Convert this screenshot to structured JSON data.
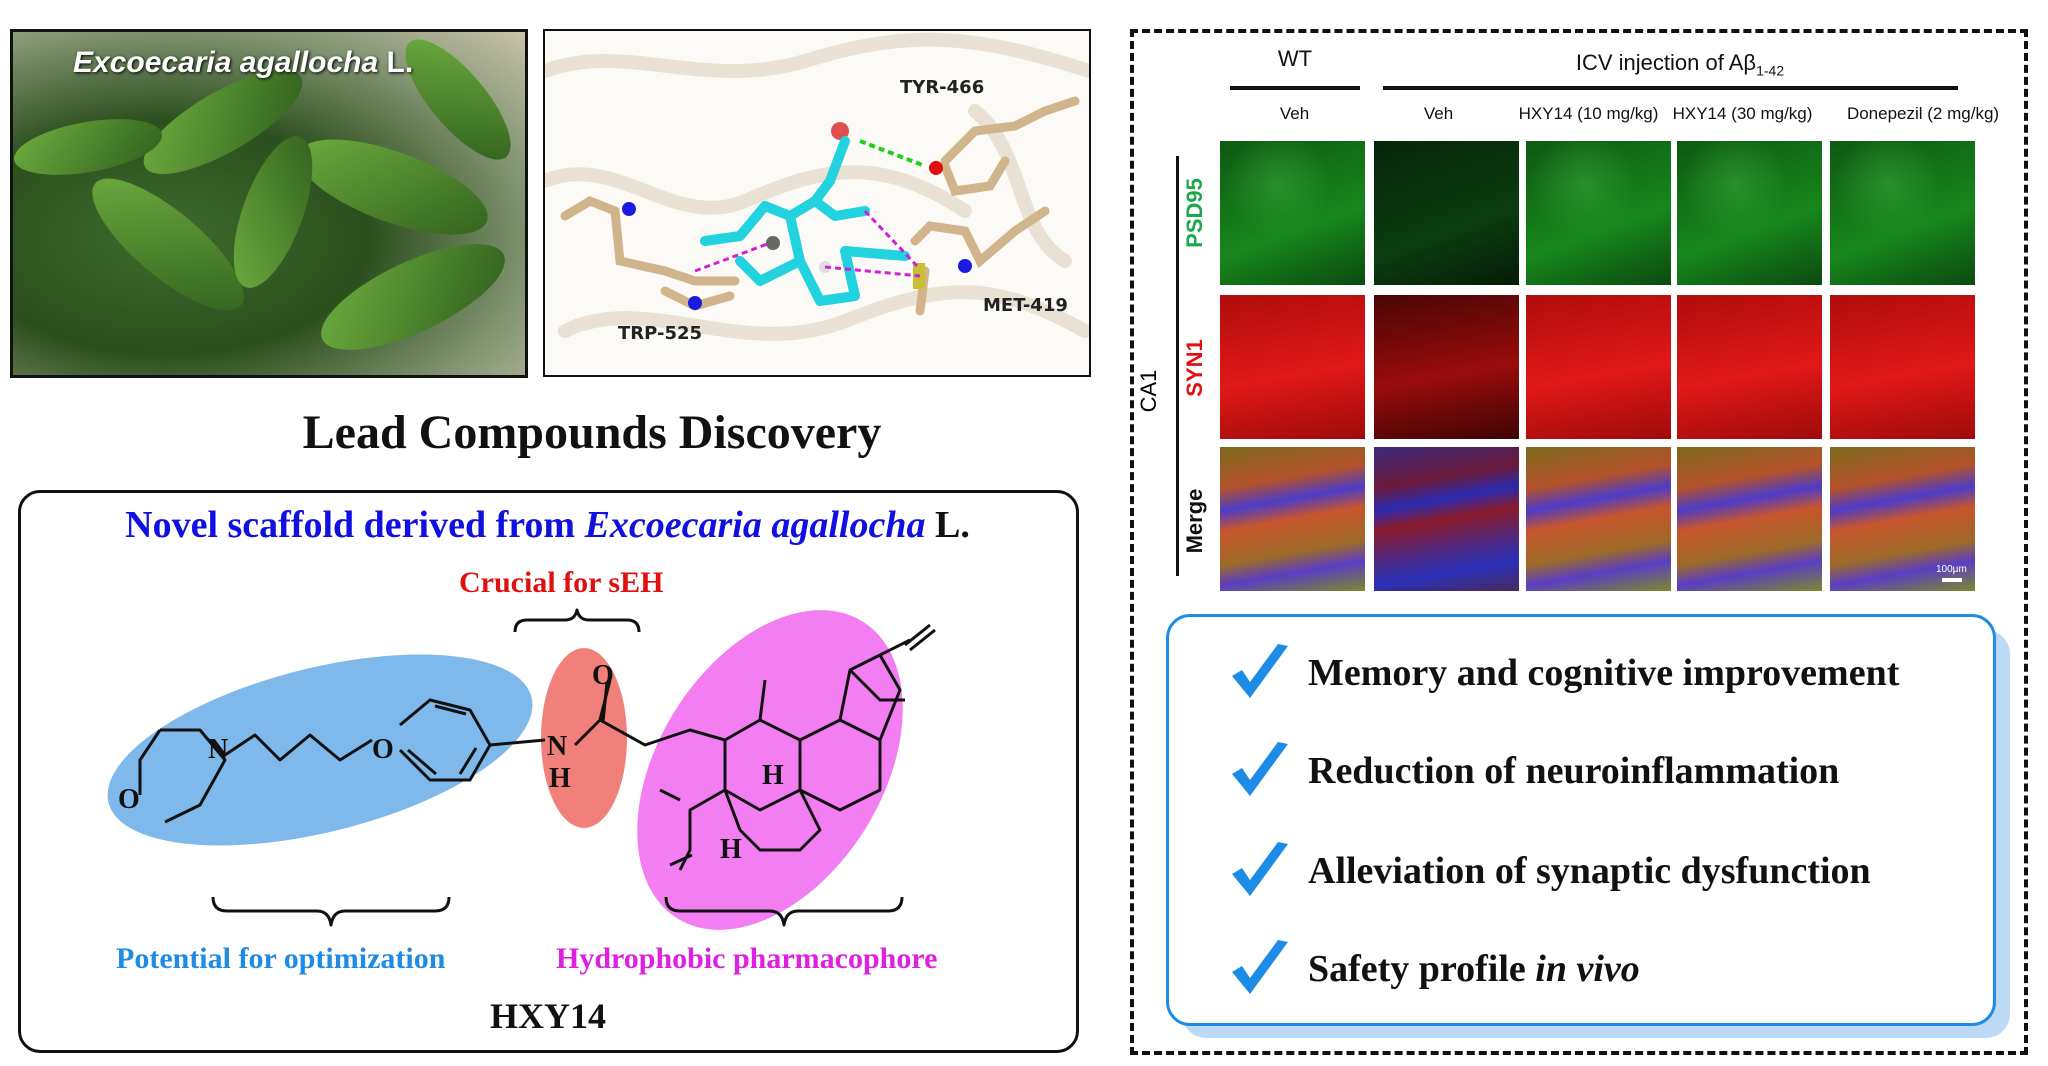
{
  "photo": {
    "caption_genus": "Excoecaria agallocha",
    "caption_author": " L."
  },
  "docking": {
    "residues": [
      "TYR-466",
      "MET-419",
      "TRP-525"
    ]
  },
  "lead_title": "Lead Compounds Discovery",
  "scaffold": {
    "title_prefix": "Novel scaffold derived from ",
    "title_species": "Excoecaria agallocha",
    "title_suffix": " L.",
    "crucial_label": "Crucial for sEH",
    "optimization_label": "Potential for optimization",
    "pharmacophore_label": "Hydrophobic pharmacophore",
    "compound_name": "HXY14",
    "atoms": {
      "N": "N",
      "O": "O",
      "NH_N": "N",
      "NH_H": "H",
      "carbonyl_O": "O",
      "H1": "H",
      "H2": "H"
    }
  },
  "microscopy": {
    "group_wt": "WT",
    "group_icv": "ICV injection of Aβ",
    "group_icv_sub": "1-42",
    "columns": [
      "Veh",
      "Veh",
      "HXY14 (10 mg/kg)",
      "HXY14 (30 mg/kg)",
      "Donepezil (2 mg/kg)"
    ],
    "region": "CA1",
    "rows": [
      "PSD95",
      "SYN1",
      "Merge"
    ],
    "scale_bar": "100μm"
  },
  "outcomes": [
    {
      "label": "Memory and cognitive improvement"
    },
    {
      "label": "Reduction of neuroinflammation"
    },
    {
      "label": "Alleviation of synaptic dysfunction"
    },
    {
      "label_prefix": "Safety profile ",
      "label_italic": "in vivo"
    }
  ],
  "colors": {
    "blue_title": "#1010e0",
    "red": "#e01010",
    "opt_blue": "#1e8ce6",
    "magenta": "#e020e0",
    "check": "#1c8ce6",
    "psd95": "#1aa84a",
    "syn1": "#e01010"
  }
}
